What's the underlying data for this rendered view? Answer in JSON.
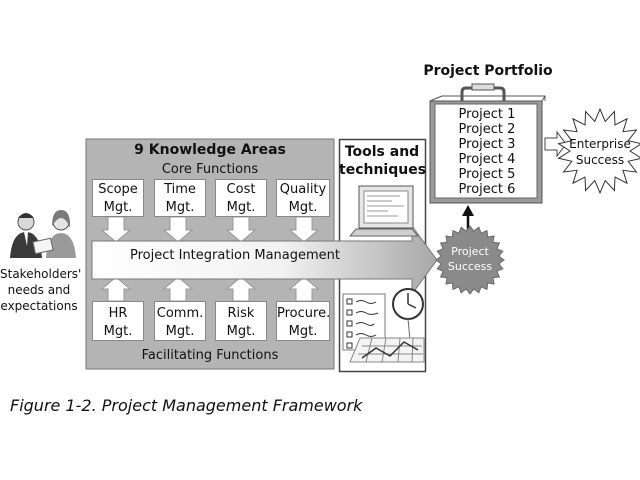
{
  "knowledge_areas": {
    "title": "9 Knowledge Areas",
    "core_label": "Core Functions",
    "facilitating_label": "Facilitating Functions",
    "core": [
      {
        "line1": "Scope",
        "line2": "Mgt."
      },
      {
        "line1": "Time",
        "line2": "Mgt."
      },
      {
        "line1": "Cost",
        "line2": "Mgt."
      },
      {
        "line1": "Quality",
        "line2": "Mgt."
      }
    ],
    "facilitating": [
      {
        "line1": "HR",
        "line2": "Mgt."
      },
      {
        "line1": "Comm.",
        "line2": "Mgt."
      },
      {
        "line1": "Risk",
        "line2": "Mgt."
      },
      {
        "line1": "Procure.",
        "line2": "Mgt."
      }
    ],
    "integration_label": "Project Integration Management"
  },
  "tools": {
    "line1": "Tools and",
    "line2": "techniques"
  },
  "portfolio": {
    "title": "Project Portfolio",
    "projects": [
      "Project 1",
      "Project 2",
      "Project 3",
      "Project 4",
      "Project 5",
      "Project 6"
    ]
  },
  "project_success": {
    "line1": "Project",
    "line2": "Success"
  },
  "enterprise_success": {
    "line1": "Enterprise",
    "line2": "Success"
  },
  "stakeholders": {
    "line1": "Stakeholders'",
    "line2": "needs and",
    "line3": "expectations"
  },
  "caption": "Figure 1-2. Project Management Framework",
  "colors": {
    "box_gray": "#b4b4b4",
    "seal_gray": "#8a8a8a",
    "dark": "#444444"
  }
}
